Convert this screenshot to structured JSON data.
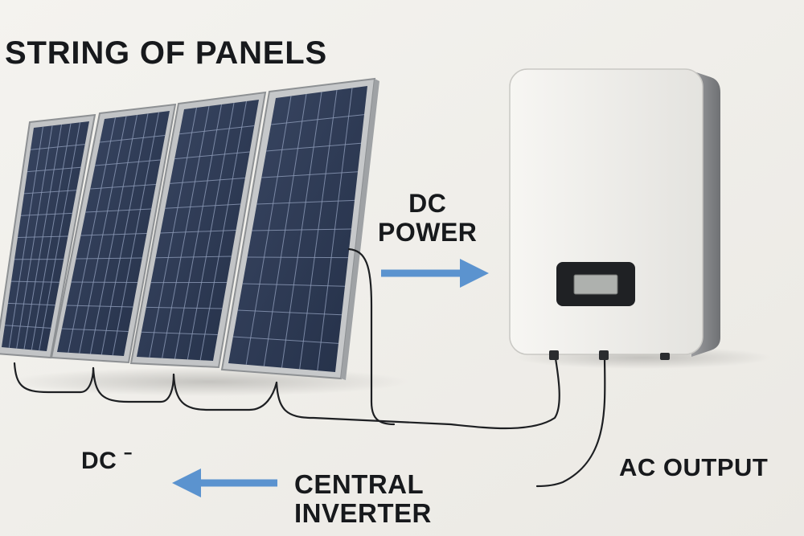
{
  "labels": {
    "title": "STRING OF PANELS",
    "dc_power": [
      "DC",
      "POWER"
    ],
    "dc_left": "DC ˉ",
    "central_inverter": [
      "CENTRAL",
      "INVERTER"
    ],
    "ac_output": "AC OUTPUT"
  },
  "components": {
    "panel_count": 4,
    "panel_cell_grid": {
      "columns": 6,
      "rows": 10
    },
    "inverter_display": "blank LCD"
  },
  "arrows": [
    {
      "name": "dc-power-arrow",
      "direction": "right"
    },
    {
      "name": "central-inverter-arrow",
      "direction": "left"
    }
  ],
  "colors": {
    "background": "#f1efea",
    "panel_cell": "#2e3b55",
    "panel_frame": "#b9bcbf",
    "inverter_body": "#ecebe7",
    "arrow": "#5b93cf",
    "cable": "#1d1f22",
    "text": "#17191c"
  }
}
